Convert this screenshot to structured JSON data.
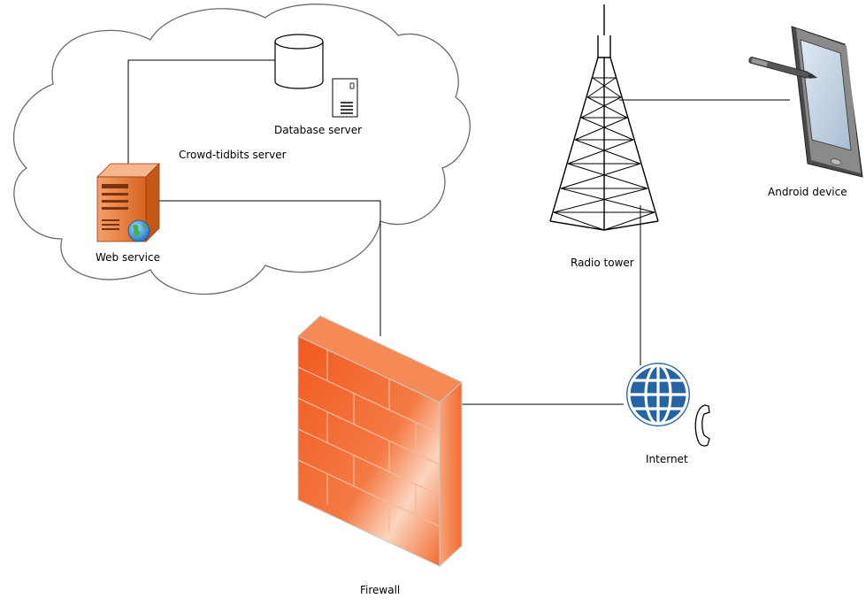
{
  "labels": {
    "database_server": "Database server",
    "crowd_server": "Crowd-tidbits server",
    "web_service": "Web service",
    "radio_tower": "Radio tower",
    "android_device": "Android device",
    "internet": "Internet",
    "firewall": "Firewall"
  },
  "colors": {
    "cloud_fill": "#ffffff",
    "cloud_stroke": "#6b6b6b",
    "firewall_orange": "#f26a2e",
    "firewall_light": "#ffd9c2",
    "globe_blue": "#2563a5",
    "server_orange": "#e87833",
    "line": "#000000"
  },
  "icons": {
    "database": "database-cylinder-icon",
    "server": "server-tower-icon",
    "web_server": "web-server-globe-icon",
    "firewall": "brick-wall-firewall-icon",
    "tower": "radio-tower-icon",
    "tablet": "tablet-with-stylus-icon",
    "globe": "globe-icon",
    "phone": "telephone-handset-icon"
  }
}
